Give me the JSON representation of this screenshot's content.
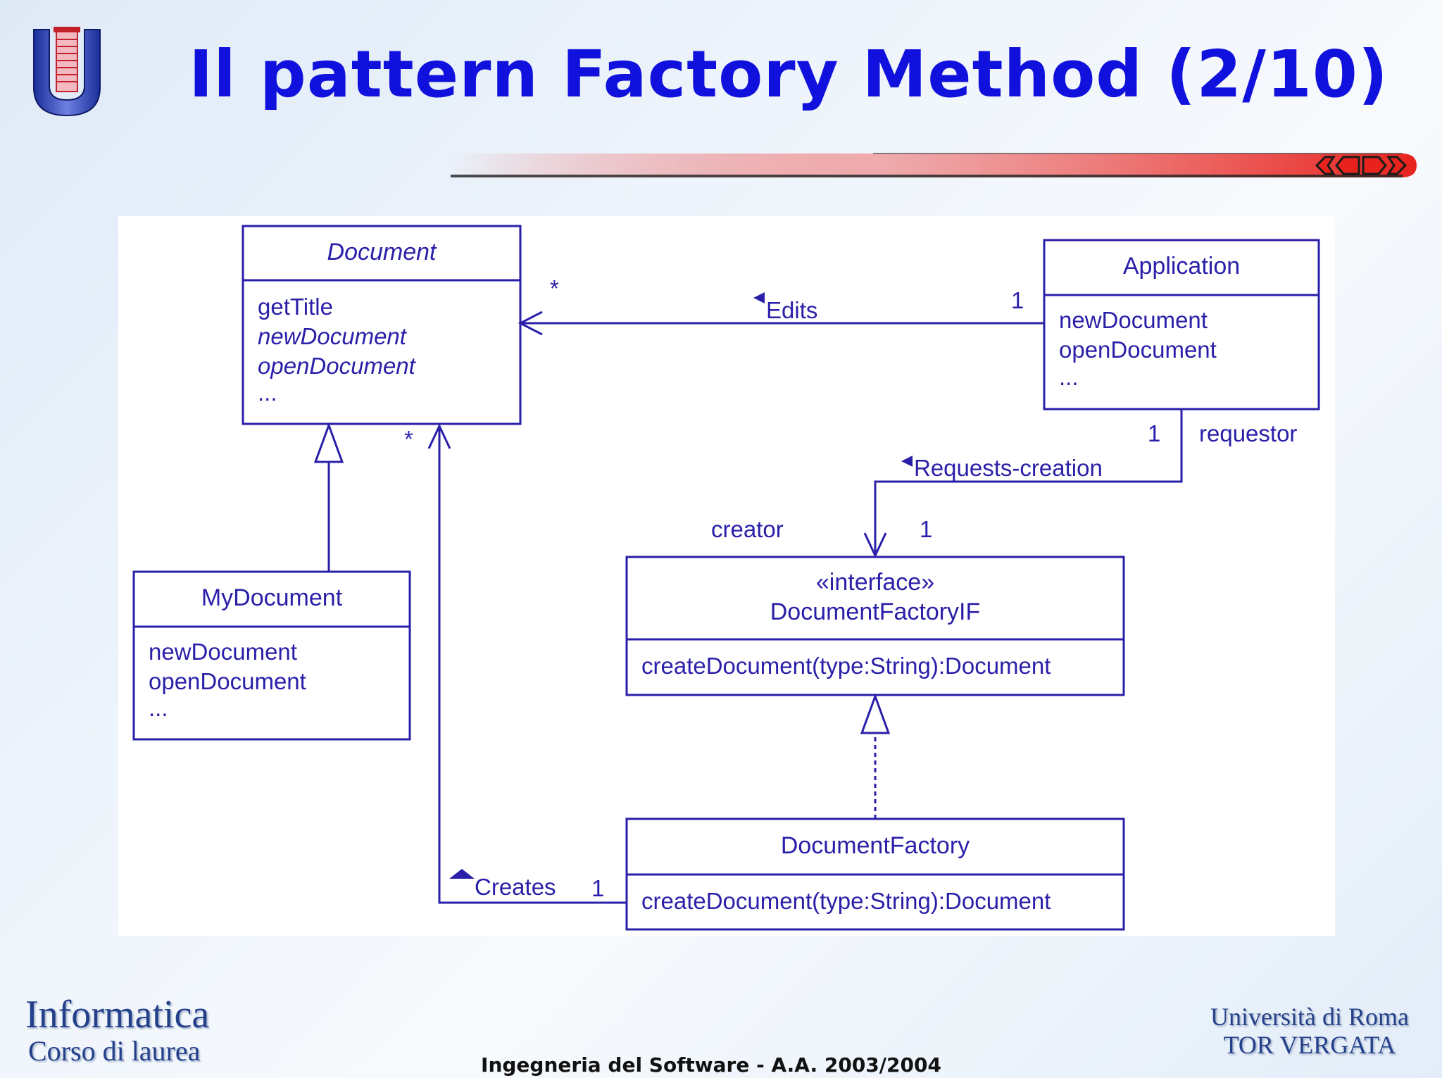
{
  "slide": {
    "title": "Il pattern Factory Method (2/10)",
    "footer": "Ingegneria del Software -  A.A. 2003/2004",
    "brand_left": {
      "line1": "Informatica",
      "line2": "Corso di laurea"
    },
    "brand_right": {
      "line1": "Università di Roma",
      "line2": "TOR VERGATA"
    },
    "nav_icon": "navigation-arrows-icon",
    "logo_icon": "university-u-logo-icon"
  },
  "diagram": {
    "document": {
      "name": "Document",
      "members": [
        "getTitle",
        "newDocument",
        "openDocument",
        "..."
      ]
    },
    "application": {
      "name": "Application",
      "members": [
        "newDocument",
        "openDocument",
        "..."
      ]
    },
    "mydocument": {
      "name": "MyDocument",
      "members": [
        "newDocument",
        "openDocument",
        "..."
      ]
    },
    "factory_if": {
      "stereotype": "«interface»",
      "name": "DocumentFactoryIF",
      "members": [
        "createDocument(type:String):Document"
      ]
    },
    "factory": {
      "name": "DocumentFactory",
      "members": [
        "createDocument(type:String):Document"
      ]
    },
    "labels": {
      "edits": "Edits",
      "edits_many": "*",
      "edits_one": "1",
      "requests": "Requests-creation",
      "requests_one": "1",
      "requestor": "requestor",
      "creator": "creator",
      "creator_one": "1",
      "creates": "Creates",
      "creates_many": "*",
      "creates_one": "1"
    },
    "colors": {
      "ink": "#2a1fa8",
      "title": "#1111dd",
      "accent_red": "#e8231e"
    }
  }
}
